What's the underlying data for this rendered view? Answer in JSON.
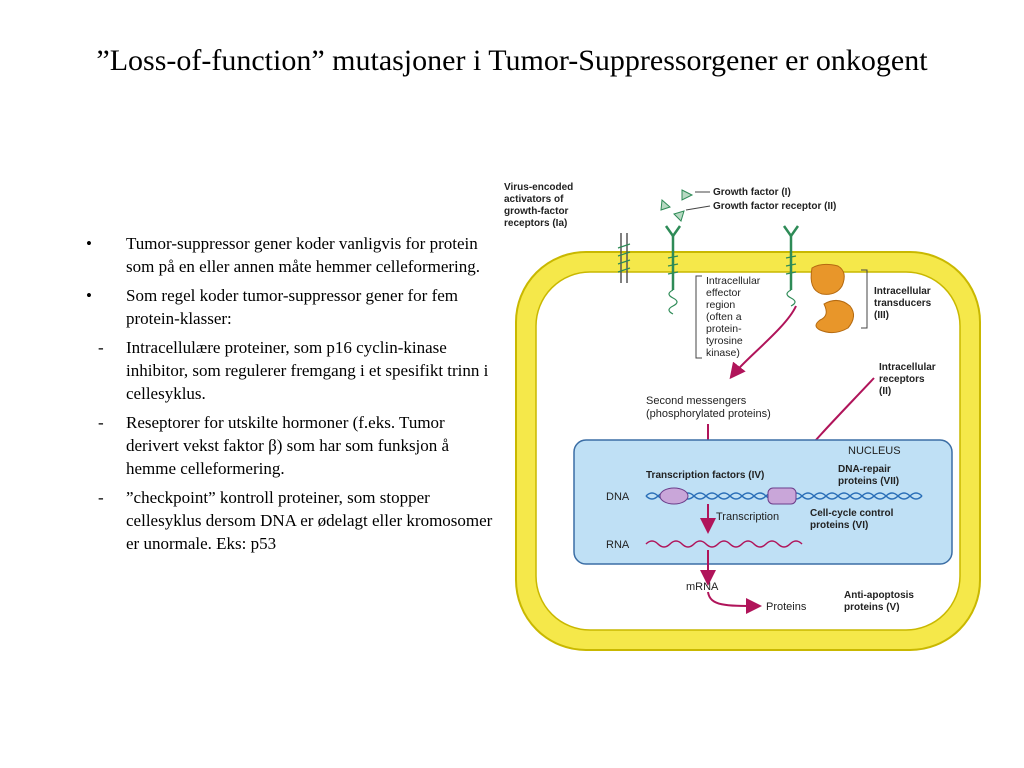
{
  "slide": {
    "title": "”Loss-of-function” mutasjoner i Tumor-Suppressorgener er onkogent",
    "bullets": [
      "Tumor-suppressor gener koder vanligvis for protein som på en eller annen måte hemmer celleformering.",
      "Som regel koder tumor-suppressor gener for fem protein-klasser:"
    ],
    "subitems": [
      "Intracellulære proteiner, som p16 cyclin-kinase inhibitor, som regulerer fremgang  i et spesifikt trinn i cellesyklus.",
      "Reseptorer for utskilte hormoner (f.eks. Tumor derivert vekst faktor β) som har som funksjon å hemme celleformering.",
      "”checkpoint” kontroll proteiner, som stopper cellesyklus dersom DNA er ødelagt eller kromosomer er unormale. Eks: p53"
    ],
    "bullet_symbol": "•",
    "sub_symbol": "-"
  },
  "diagram": {
    "virus_label": [
      "Virus-encoded",
      "activators of",
      "growth-factor",
      "receptors (Ia)"
    ],
    "growth_factor": "Growth factor (I)",
    "growth_factor_receptor": "Growth factor receptor (II)",
    "effector_region": [
      "Intracellular",
      "effector",
      "region",
      "(often a",
      "protein-",
      "tyrosine",
      "kinase)"
    ],
    "transducers": [
      "Intracellular",
      "transducers",
      "(III)"
    ],
    "intracellular_receptors": [
      "Intracellular",
      "receptors",
      "(II)"
    ],
    "second_messengers": [
      "Second messengers",
      "(phosphorylated proteins)"
    ],
    "nucleus": "NUCLEUS",
    "transcription_factors": "Transcription factors (IV)",
    "dna_repair": [
      "DNA-repair",
      "proteins (VII)"
    ],
    "dna": "DNA",
    "transcription": "Transcription",
    "cell_cycle_control": [
      "Cell-cycle control",
      "proteins (VI)"
    ],
    "rna": "RNA",
    "mrna": "mRNA",
    "proteins": "Proteins",
    "anti_apoptosis": [
      "Anti-apoptosis",
      "proteins (V)"
    ],
    "colors": {
      "membrane": "#f5e84a",
      "membrane_edge": "#c9b800",
      "nucleus_fill": "#bfe0f5",
      "nucleus_edge": "#3b6ea5",
      "arrow": "#b0145a",
      "dna": "#2a6fb8",
      "transducer": "#e8962a",
      "receptor": "#2e8b57"
    }
  }
}
